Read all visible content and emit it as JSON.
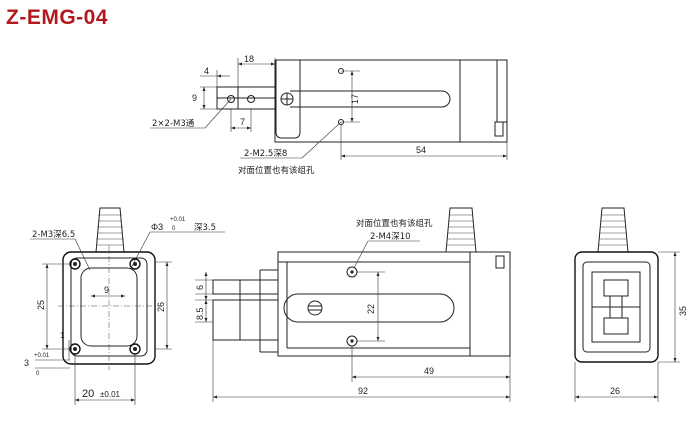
{
  "title": "Z-EMG-04",
  "top_view": {
    "dim_width_18": "18",
    "dim_width_4": "4",
    "dim_height_9": "9",
    "dim_width_7": "7",
    "dim_slot_17": "17",
    "dim_length_54": "54",
    "note_threads_m3": "2×2-M3通",
    "note_threads_m25": "2-M2.5深8",
    "note_opposite_side": "对面位置也有该组孔"
  },
  "left_view": {
    "note_threads_m3_depth": "2-M3深6.5",
    "note_pin_hole_dia": "Φ3",
    "note_pin_hole_tol_upper": "+0.01",
    "note_pin_hole_tol_lower": "0",
    "note_pin_hole_depth": "深3.5",
    "dim_height_25": "25",
    "dim_height_26": "26",
    "dim_width_9": "9",
    "dim_small_1": "1",
    "dim_pin_3": "3",
    "dim_pin_tol_upper": "+0.01",
    "dim_pin_tol_lower": "0",
    "dim_width_20": "20",
    "dim_width_20_tol": "±0.01"
  },
  "front_view": {
    "note_opposite_side": "对面位置也有该组孔",
    "note_threads_m4": "2-M4深10",
    "dim_jaw_6": "6",
    "dim_jaw_85": "8.5",
    "dim_holes_22": "22",
    "dim_length_49": "49",
    "dim_length_92": "92"
  },
  "right_view": {
    "dim_height_35": "35",
    "dim_width_26": "26"
  }
}
